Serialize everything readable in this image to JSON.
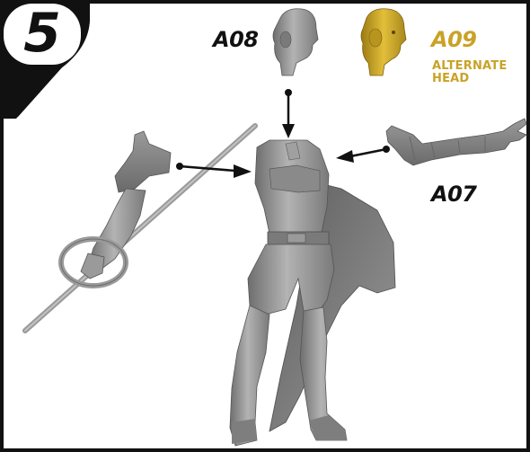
{
  "step": {
    "number": "5"
  },
  "parts": {
    "head": {
      "code": "A08"
    },
    "alt_head": {
      "code": "A09",
      "note_line1": "ALTERNATE",
      "note_line2": "HEAD"
    },
    "arm": {
      "code": "A07"
    }
  },
  "colors": {
    "frame": "#111111",
    "part_grey": "#8c8c8c",
    "alt_gold": "#c9a227",
    "arrow": "#111111"
  },
  "icons": {
    "head": "male-head-piece",
    "alt_head": "golden-head-piece",
    "arm": "outstretched-arm-piece",
    "staff_arm": "staff-holding-arm-piece",
    "body": "caped-torso-figure"
  }
}
